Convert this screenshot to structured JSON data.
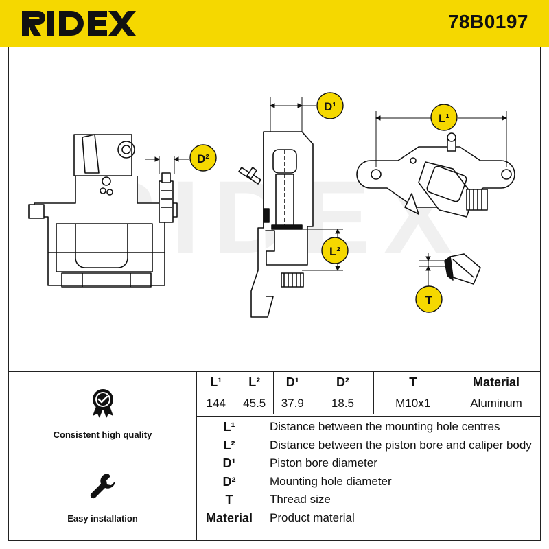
{
  "header": {
    "brand": "RIDEX",
    "part_number": "78B0197"
  },
  "drawing": {
    "dimension_labels": {
      "d1": "D¹",
      "d2": "D²",
      "l1": "L¹",
      "l2": "L²",
      "t": "T"
    },
    "watermark": "RIDEX"
  },
  "features": [
    {
      "label": "Consistent high quality",
      "icon": "badge-check-icon"
    },
    {
      "label": "Easy installation",
      "icon": "wrench-icon"
    }
  ],
  "specs": {
    "headers": [
      "L¹",
      "L²",
      "D¹",
      "D²",
      "T",
      "Material"
    ],
    "values": [
      "144",
      "45.5",
      "37.9",
      "18.5",
      "M10x1",
      "Aluminum"
    ]
  },
  "legend": [
    {
      "key": "L¹",
      "desc": "Distance between the mounting hole centres"
    },
    {
      "key": "L²",
      "desc": "Distance between the piston bore and caliper body"
    },
    {
      "key": "D¹",
      "desc": "Piston bore diameter"
    },
    {
      "key": "D²",
      "desc": "Mounting hole diameter"
    },
    {
      "key": "T",
      "desc": "Thread size"
    },
    {
      "key": "Material",
      "desc": "Product material"
    }
  ],
  "colors": {
    "brand_yellow": "#f5d800",
    "ink": "#111111",
    "watermark": "#eeeeee"
  }
}
